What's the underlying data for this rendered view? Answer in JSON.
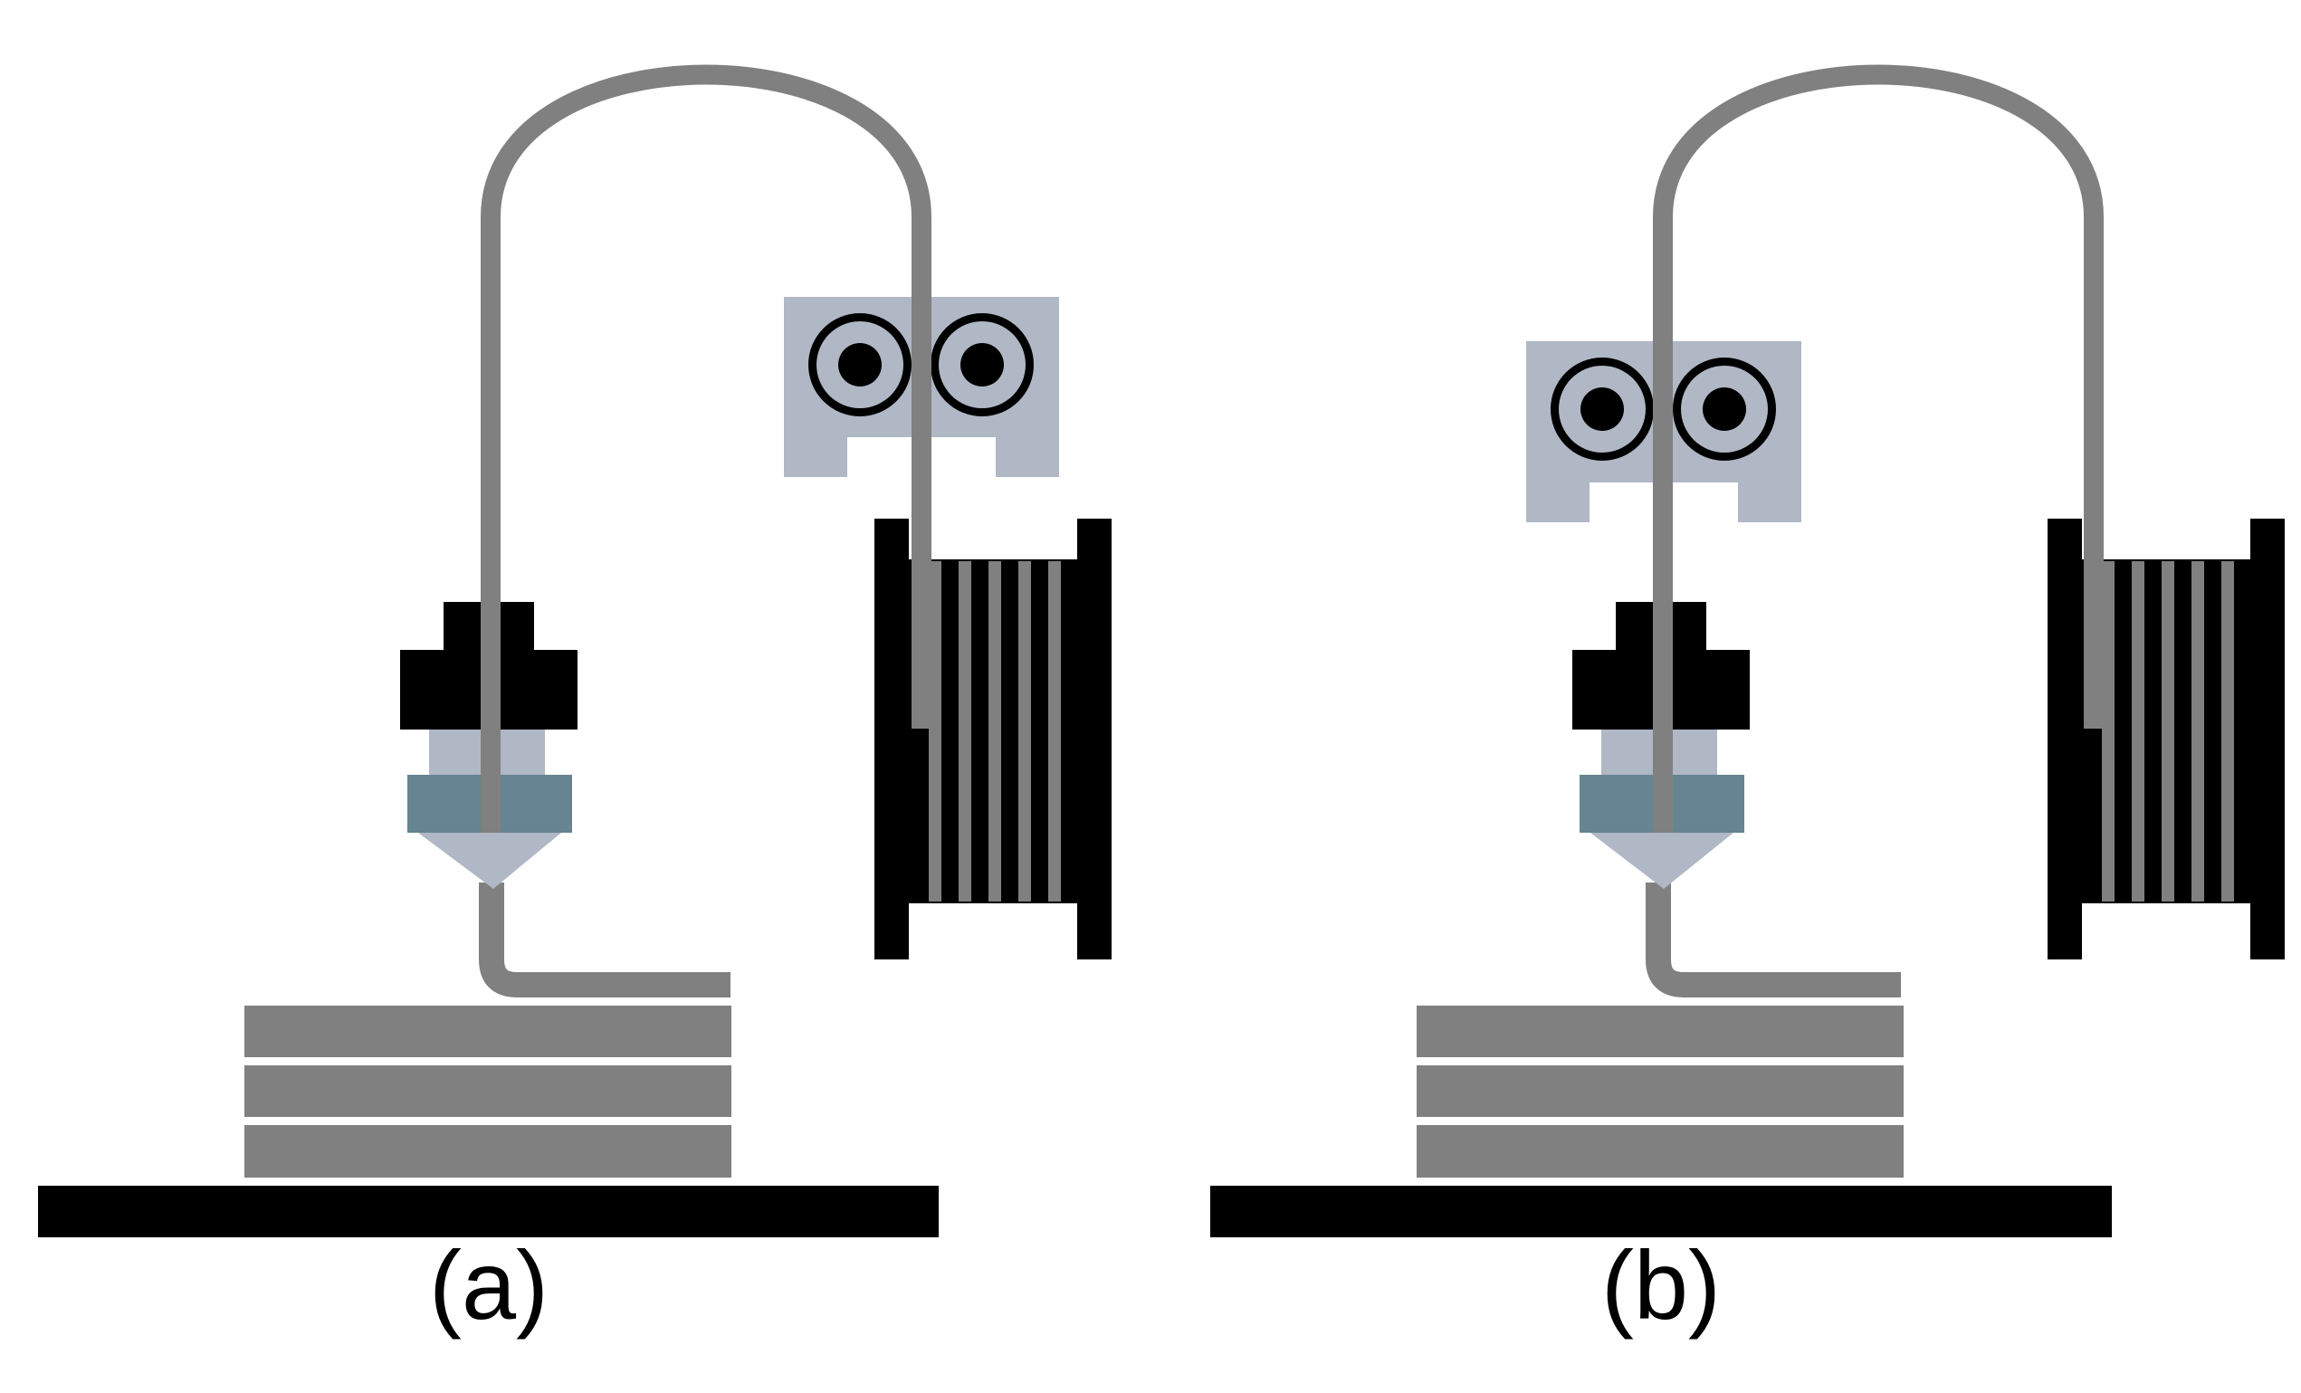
{
  "panels": [
    {
      "id": "a",
      "label": "(a)"
    },
    {
      "id": "b",
      "label": "(b)"
    }
  ],
  "colors": {
    "filament": "#808080",
    "bed": "#000000",
    "printed_layers": "#808080",
    "extruder_block": "#b0b7c5",
    "hotend_body": "#b0b7c5",
    "heater_block": "#668491",
    "nozzle": "#b0b7c5",
    "hotend_mount": "#000000",
    "spool": "#000000",
    "roller_outer": "#000000",
    "roller_inner": "#b0b7c5"
  },
  "component_icons": [
    "print-bed",
    "printed-layers",
    "hotend",
    "nozzle",
    "extruder-drive",
    "filament-spool",
    "filament"
  ]
}
